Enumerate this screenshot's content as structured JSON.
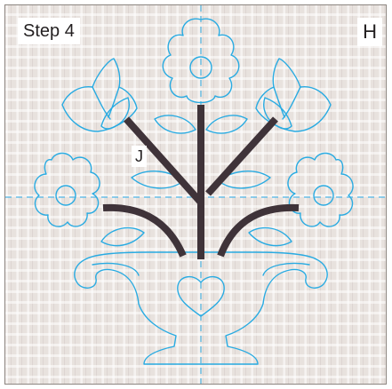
{
  "step_label": "Step 4",
  "block_letter": "H",
  "piece_letter": "J",
  "colors": {
    "background": "#e8e2de",
    "outline": "#29abe2",
    "stems": "#3f3339",
    "guides": "#4fb6e6"
  }
}
